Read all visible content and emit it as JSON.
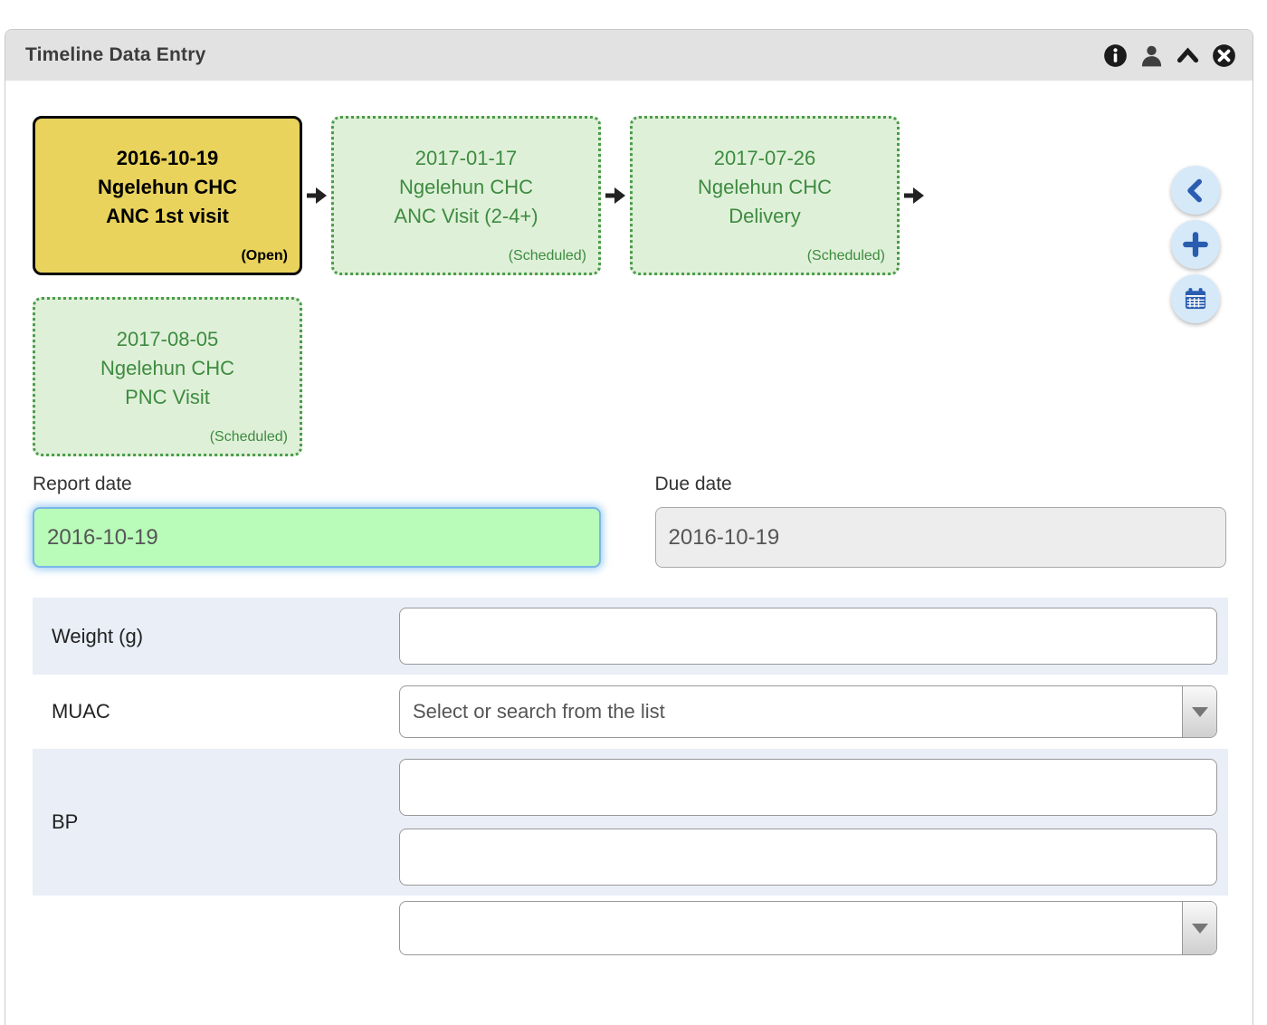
{
  "window": {
    "title": "Timeline Data Entry"
  },
  "header_icons": [
    {
      "name": "info-icon"
    },
    {
      "name": "user-icon"
    },
    {
      "name": "collapse-icon"
    },
    {
      "name": "close-icon"
    }
  ],
  "timeline": {
    "events": [
      {
        "date": "2016-10-19",
        "org_unit": "Ngelehun CHC",
        "stage": "ANC 1st visit",
        "status": "(Open)",
        "state": "open"
      },
      {
        "date": "2017-01-17",
        "org_unit": "Ngelehun CHC",
        "stage": "ANC Visit (2-4+)",
        "status": "(Scheduled)",
        "state": "scheduled"
      },
      {
        "date": "2017-07-26",
        "org_unit": "Ngelehun CHC",
        "stage": "Delivery",
        "status": "(Scheduled)",
        "state": "scheduled"
      },
      {
        "date": "2017-08-05",
        "org_unit": "Ngelehun CHC",
        "stage": "PNC Visit",
        "status": "(Scheduled)",
        "state": "scheduled"
      }
    ]
  },
  "side_actions": [
    {
      "name": "previous-button",
      "icon": "chevron-left-icon"
    },
    {
      "name": "add-event-button",
      "icon": "plus-icon"
    },
    {
      "name": "schedule-button",
      "icon": "calendar-icon"
    }
  ],
  "dates": {
    "report": {
      "label": "Report date",
      "value": "2016-10-19"
    },
    "due": {
      "label": "Due date",
      "value": "2016-10-19"
    }
  },
  "form": {
    "rows": [
      {
        "label": "Weight (g)",
        "type": "text",
        "value": ""
      },
      {
        "label": "MUAC",
        "type": "select",
        "value": "Select or search from the list"
      },
      {
        "label": "BP",
        "type": "text-pair",
        "value1": "",
        "value2": ""
      },
      {
        "label": "",
        "type": "select",
        "value": ""
      }
    ]
  },
  "colors": {
    "open_event_bg": "#e9d35c",
    "scheduled_event_bg": "#dff0d8",
    "scheduled_green": "#3d8b40",
    "report_input_bg": "#b9fbb9",
    "focus_glow_blue": "#66afe9",
    "row_alt_bg": "#e9eef7",
    "accent_blue": "#2a5db0",
    "round_button_bg": "#d6e9f8",
    "header_bg": "#e2e2e2"
  }
}
